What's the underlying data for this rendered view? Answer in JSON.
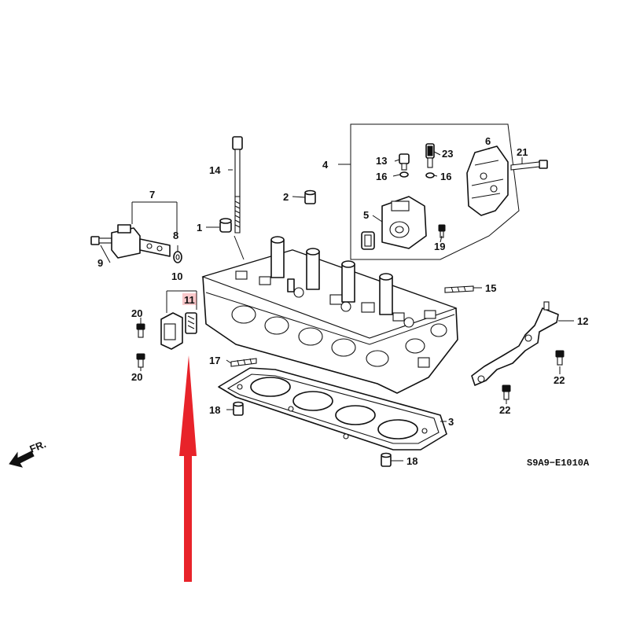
{
  "diagram": {
    "code": "S9A9−E1010A",
    "direction": "FR.",
    "highlight_color": "#e8232a",
    "highlighted_label": "11",
    "labels": {
      "l1": "1",
      "l2": "2",
      "l3": "3",
      "l4": "4",
      "l5": "5",
      "l6": "6",
      "l7": "7",
      "l8": "8",
      "l9": "9",
      "l10": "10",
      "l11": "11",
      "l12": "12",
      "l13": "13",
      "l14": "14",
      "l15": "15",
      "l16a": "16",
      "l16b": "16",
      "l17": "17",
      "l18a": "18",
      "l18b": "18",
      "l19": "19",
      "l20a": "20",
      "l20b": "20",
      "l21": "21",
      "l22a": "22",
      "l22b": "22",
      "l23": "23"
    }
  }
}
